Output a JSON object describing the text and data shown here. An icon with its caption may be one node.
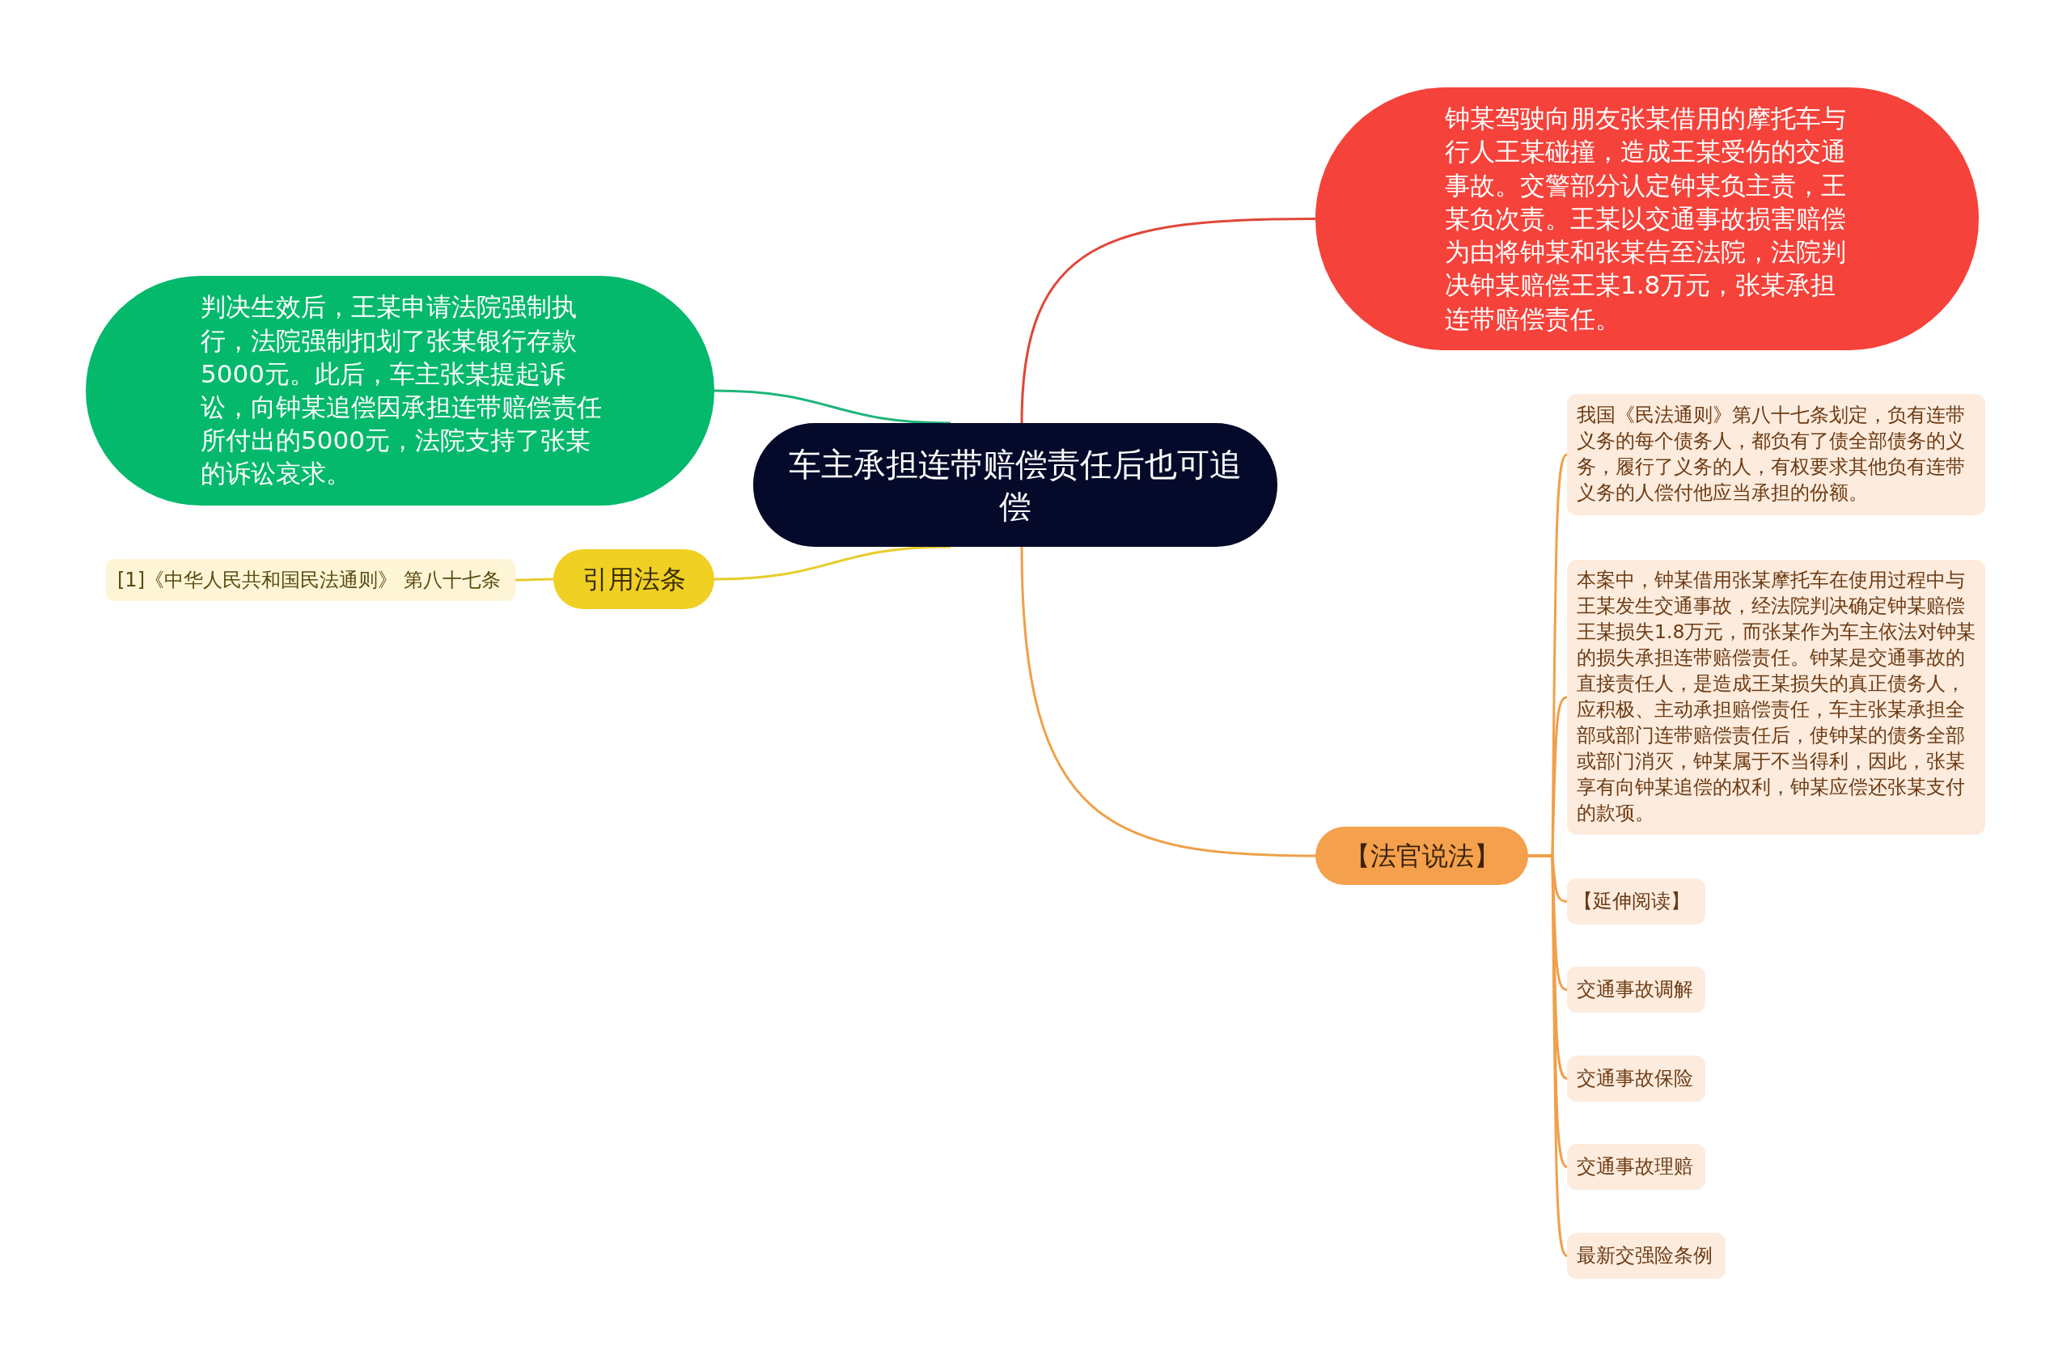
{
  "diagram": {
    "nodes": [
      {
        "text": [
          "车主承担连带赔偿责任后也可追偿"
        ]
      },
      {
        "text": [
          "钟某驾驶向朋友张某借用的摩托车与行人王某碰撞，造成王某受伤的交通事故。交警部分认定钟某负主责，王某负次责。王某以交通事故损害赔偿为由将钟某和张某告至法院，法院判决钟某赔偿王某1.8万元，张某承担连带赔偿责任。"
        ]
      },
      {
        "text": [
          "判决生效后，王某申请法院强制执行，法院强制扣划了张某银行存款5000元。此后，车主张某提起诉讼，向钟某追偿因承担连带赔偿责任所付出的5000元，法院支持了张某的诉讼哀求。"
        ]
      },
      {
        "text": [
          "引用法条"
        ]
      },
      {
        "text": [
          "[1]《中华人民共和国民法通则》 第八十七条"
        ]
      },
      {
        "text": [
          "【法官说法】"
        ]
      },
      {
        "text": [
          "我国《民法通则》第八十七条划定，负有连带义务的每个债务人，都负有了债全部债务的义务，履行了义务的人，有权要求其他负有连带义务的人偿付他应当承担的份额。"
        ]
      },
      {
        "text": [
          "本案中，钟某借用张某摩托车在使用过程中与王某发生交通事故，经法院判决确定钟某赔偿王某损失1.8万元，而张某作为车主依法对钟某的损失承担连带赔偿责任。钟某是交通事故的直接责任人，是造成王某损失的真正债务人，应积极、主动承担赔偿责任，车主张某承担全部或部门连带赔偿责任后，使钟某的债务全部或部门消灭，钟某属于不当得利，因此，张某享有向钟某追偿的权利，钟某应偿还张某支付的款项。"
        ]
      },
      {
        "text": [
          "【延伸阅读】"
        ]
      },
      {
        "text": [
          "交通事故调解"
        ]
      },
      {
        "text": [
          "交通事故保险"
        ]
      },
      {
        "text": [
          "交通事故理赔"
        ]
      },
      {
        "text": [
          "最新交强险条例"
        ]
      }
    ],
    "edges": [
      {
        "from": 0,
        "to": 1,
        "arrow": "none",
        "color": "#e0473a"
      },
      {
        "from": 0,
        "to": 2,
        "arrow": "none",
        "color": "#1fb57a"
      },
      {
        "from": 0,
        "to": 3,
        "arrow": "none",
        "color": "#e8cc2a"
      },
      {
        "from": 3,
        "to": 4,
        "arrow": "none",
        "color": "#e8cc2a"
      },
      {
        "from": 0,
        "to": 5,
        "arrow": "none"
      },
      {
        "from": 5,
        "to": 6,
        "arrow": "none"
      },
      {
        "from": 5,
        "to": 7,
        "arrow": "none"
      },
      {
        "from": 5,
        "to": 8,
        "arrow": "none"
      },
      {
        "from": 5,
        "to": 9,
        "arrow": "none"
      },
      {
        "from": 5,
        "to": 10,
        "arrow": "none"
      },
      {
        "from": 5,
        "to": 11,
        "arrow": "none"
      },
      {
        "from": 5,
        "to": 12,
        "arrow": "none"
      }
    ]
  }
}
